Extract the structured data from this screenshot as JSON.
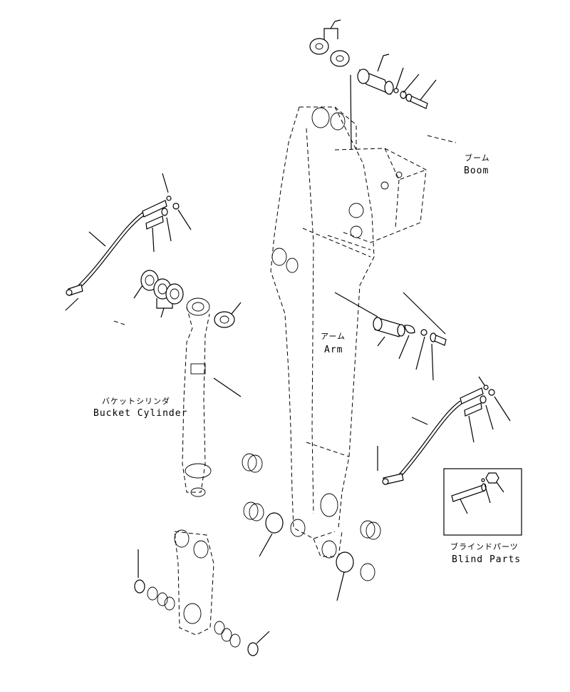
{
  "labels": {
    "boom_jp": "ブーム",
    "boom_en": "Boom",
    "arm_jp": "アーム",
    "arm_en": "Arm",
    "bucket_cylinder_jp": "バケットシリンダ",
    "bucket_cylinder_en": "Bucket Cylinder",
    "blind_parts_jp": "ブラインドパーツ",
    "blind_parts_en": "Blind Parts"
  }
}
